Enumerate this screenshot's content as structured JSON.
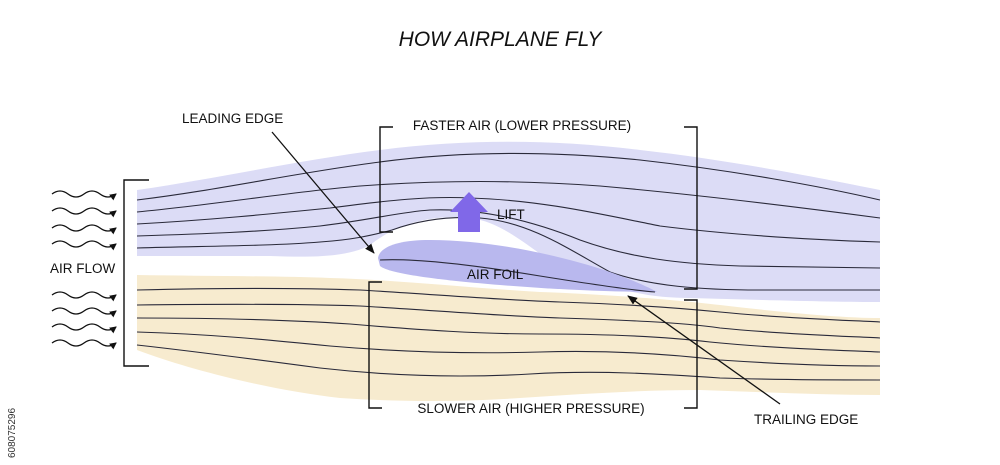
{
  "title": "HOW AIRPLANE FLY",
  "labels": {
    "leading_edge": "LEADING EDGE",
    "faster_air": "FASTER AIR (LOWER PRESSURE)",
    "lift": "LIFT",
    "air_foil": "AIR FOIL",
    "air_flow": "AIR FLOW",
    "slower_air": "SLOWER AIR (HIGHER PRESSURE)",
    "trailing_edge": "TRAILING EDGE"
  },
  "watermark_id": "608075296",
  "colors": {
    "upper_air": "#dcdcf6",
    "lower_air": "#f7ebcf",
    "airfoil": "#b9b8ee",
    "lift_arrow": "#8068e8",
    "lines": "#2a2a3a"
  }
}
